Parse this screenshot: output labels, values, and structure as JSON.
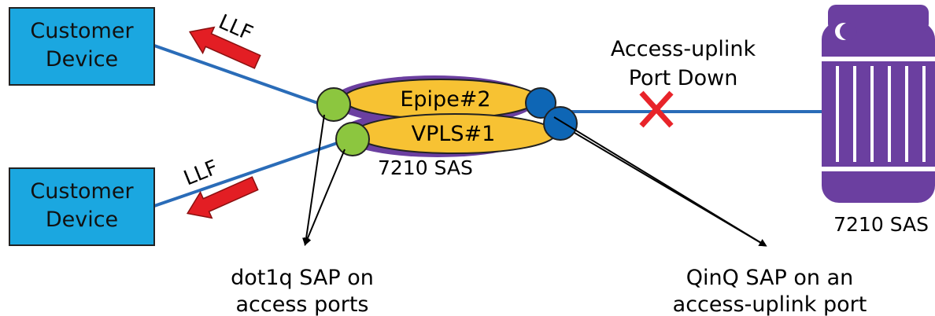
{
  "devices": {
    "top": {
      "line1": "Customer",
      "line2": "Device"
    },
    "bottom": {
      "line1": "Customer",
      "line2": "Device"
    }
  },
  "arrows": {
    "top_label": "LLF",
    "bottom_label": "LLF"
  },
  "services": {
    "epipe": "Epipe#2",
    "vpls": "VPLS#1"
  },
  "node_left_label": "7210 SAS",
  "node_right_label": "7210 SAS",
  "fault_label": {
    "line1": "Access-uplink",
    "line2": "Port Down"
  },
  "callouts": {
    "dot1q": {
      "line1": "dot1q SAP on",
      "line2": "access ports"
    },
    "qinq": {
      "line1": "QinQ SAP on an",
      "line2": "access-uplink port"
    }
  },
  "colors": {
    "device_fill": "#1ba7e0",
    "link_blue": "#2a6cb8",
    "llf_red": "#e31e24",
    "service_yellow": "#f7c233",
    "sap_green": "#8cc63f",
    "sap_dark_blue": "#0e66b5",
    "router_purple": "#6b3fa0",
    "fault_red": "#e8242a"
  }
}
